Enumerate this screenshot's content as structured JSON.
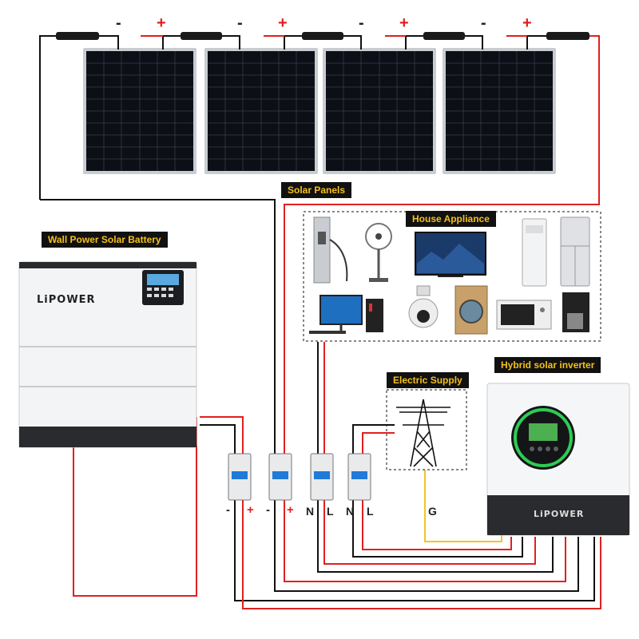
{
  "labels": {
    "solar_panels": "Solar Panels",
    "house_appliance": "House Appliance",
    "wall_battery": "Wall Power Solar Battery",
    "electric_supply": "Electric Supply",
    "hybrid_inverter": "Hybrid solar inverter"
  },
  "brand": "LiPOWER",
  "panel_signs": {
    "minus": "-",
    "plus": "+"
  },
  "breaker_terminals": [
    "-",
    "+",
    "-",
    "+",
    "N",
    "L",
    "N",
    "L"
  ],
  "ground_label": "G",
  "colors": {
    "positive_wire": "#e02020",
    "negative_wire": "#111111",
    "ground_wire": "#f2c230",
    "label_bg": "#111111",
    "label_text": "#f5c01c"
  }
}
